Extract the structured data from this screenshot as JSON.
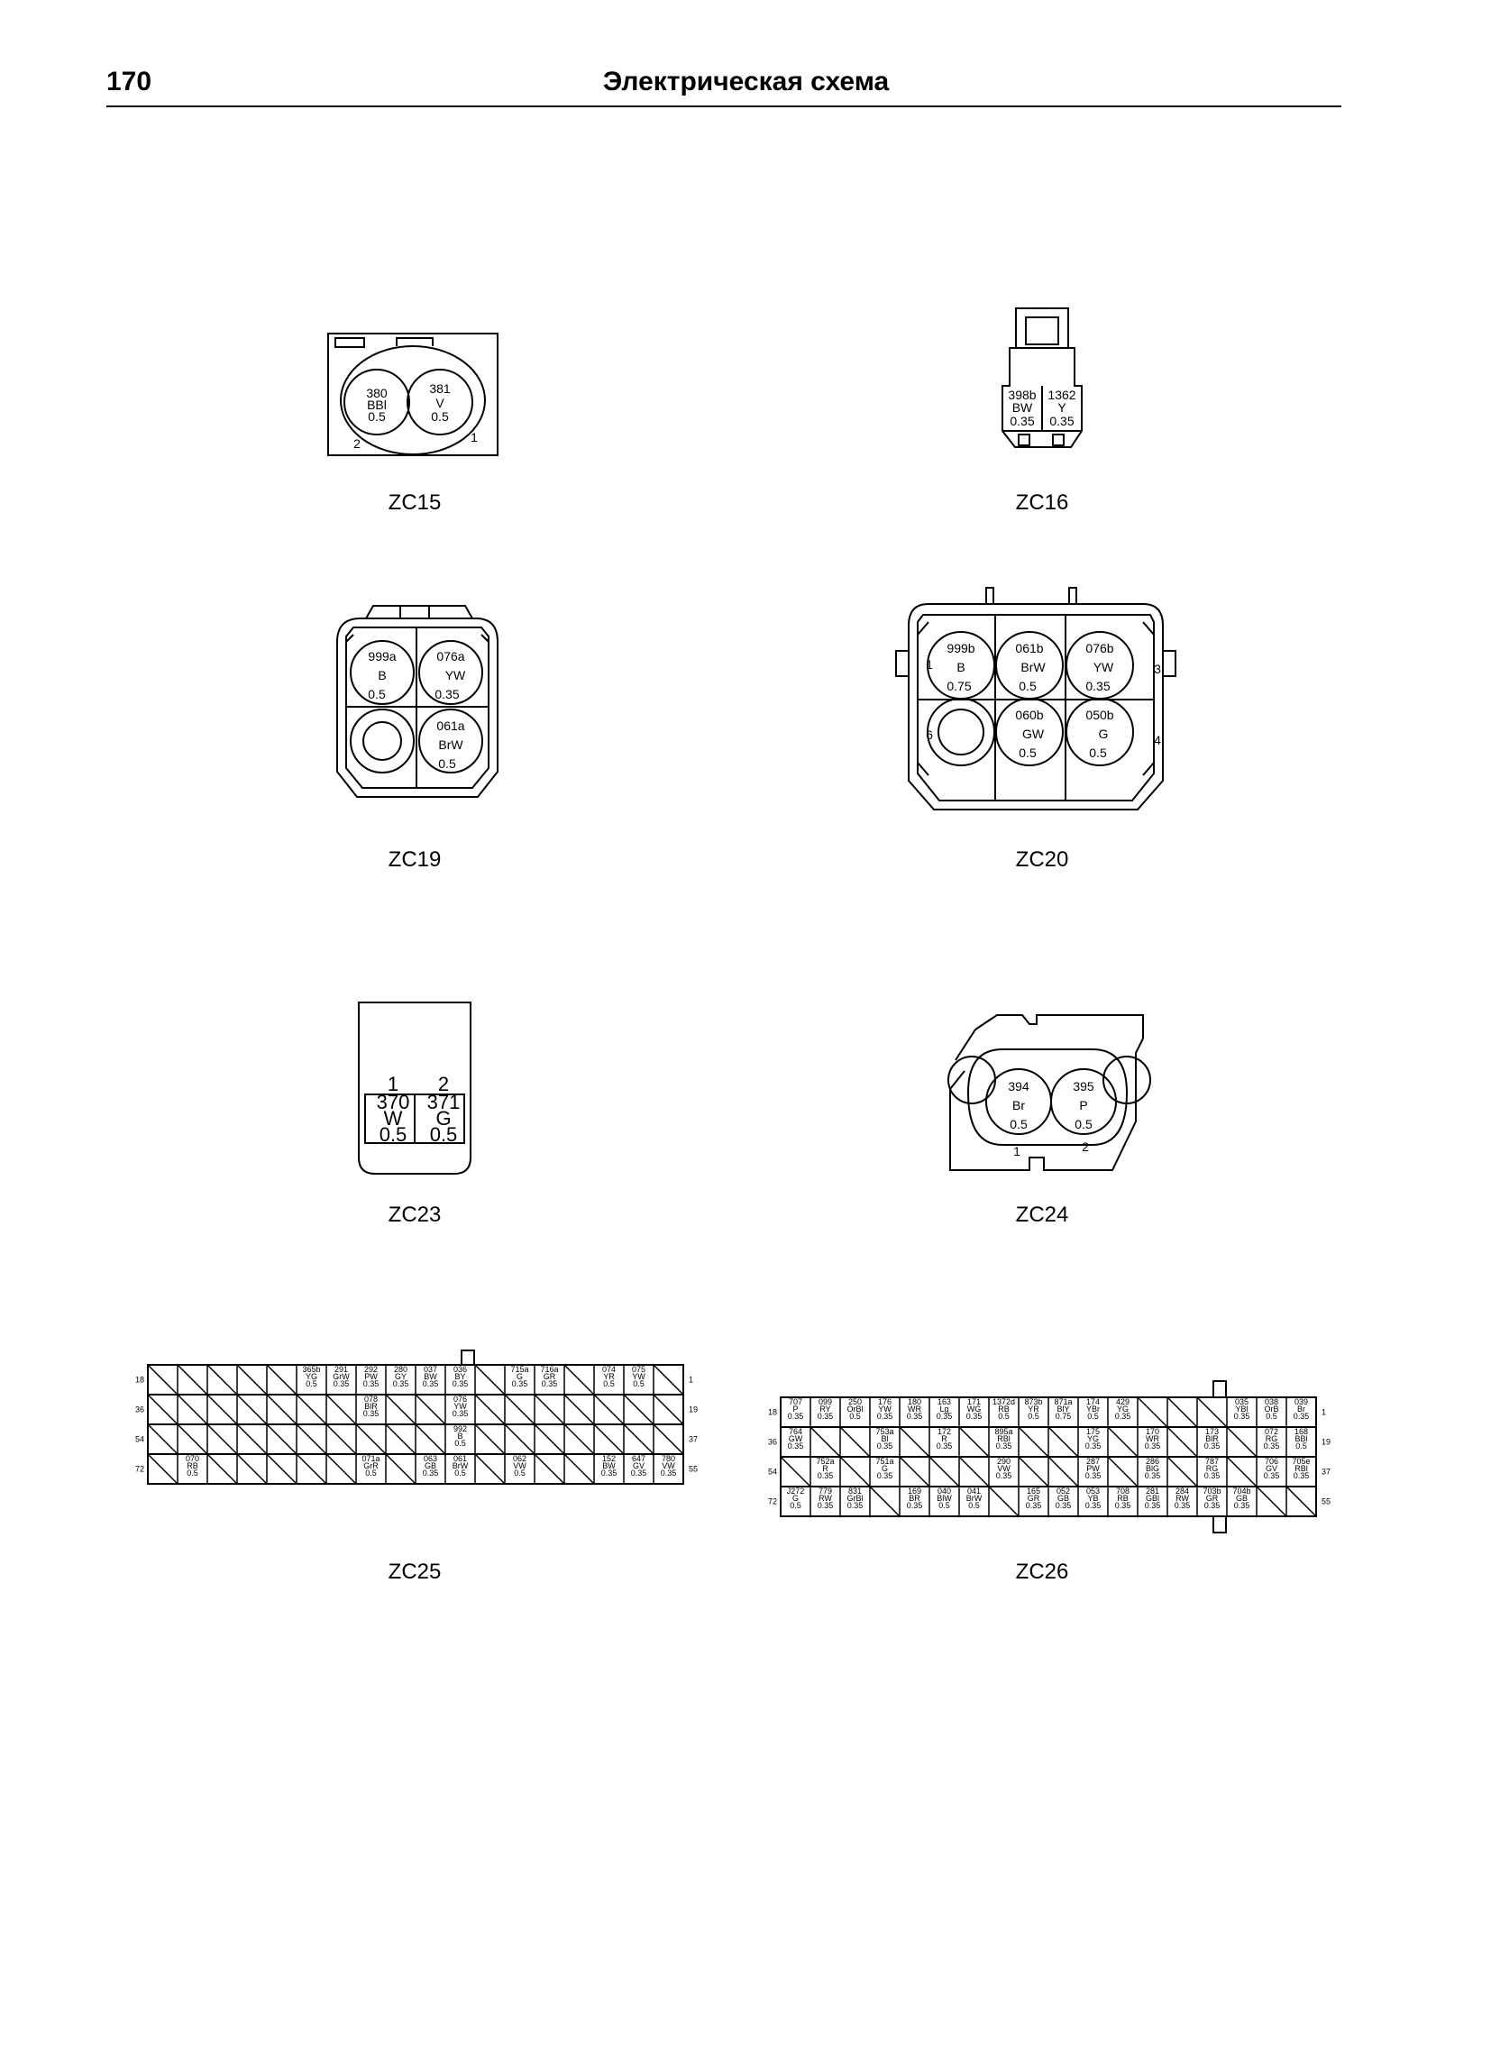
{
  "header": {
    "page_number": "170",
    "title": "Электрическая схема"
  },
  "connectors": {
    "zc15": {
      "label": "ZC15",
      "pins": [
        {
          "lines": [
            "380",
            "BBl",
            "0.5"
          ]
        },
        {
          "lines": [
            "381",
            "V",
            "0.5"
          ]
        }
      ],
      "numbers": [
        "2",
        "1"
      ]
    },
    "zc16": {
      "label": "ZC16",
      "pins": [
        {
          "lines": [
            "398b",
            "BW",
            "0.35"
          ]
        },
        {
          "lines": [
            "1362",
            "Y",
            "0.35"
          ]
        }
      ]
    },
    "zc19": {
      "label": "ZC19",
      "pins": [
        {
          "lines": [
            "999a",
            "B",
            "0.5"
          ]
        },
        {
          "lines": [
            "076a",
            "YW",
            "0.35"
          ]
        },
        {
          "lines": [
            "061a",
            "BrW",
            "0.5"
          ]
        }
      ]
    },
    "zc20": {
      "label": "ZC20",
      "pins": [
        {
          "lines": [
            "999b",
            "B",
            "0.75"
          ]
        },
        {
          "lines": [
            "061b",
            "BrW",
            "0.5"
          ]
        },
        {
          "lines": [
            "076b",
            "YW",
            "0.35"
          ]
        },
        {
          "lines": [
            "060b",
            "GW",
            "0.5"
          ]
        },
        {
          "lines": [
            "050b",
            "G",
            "0.5"
          ]
        }
      ],
      "numbers": [
        "1",
        "3",
        "6",
        "4"
      ]
    },
    "zc23": {
      "label": "ZC23",
      "pins": [
        {
          "lines": [
            "1",
            "370",
            "W",
            "0.5"
          ]
        },
        {
          "lines": [
            "2",
            "371",
            "G",
            "0.5"
          ]
        }
      ]
    },
    "zc24": {
      "label": "ZC24",
      "pins": [
        {
          "lines": [
            "394",
            "Br",
            "0.5"
          ]
        },
        {
          "lines": [
            "395",
            "P",
            "0.5"
          ]
        }
      ],
      "numbers": [
        "1",
        "2"
      ]
    },
    "zc25": {
      "label": "ZC25",
      "row_numbers_left": [
        "18",
        "36",
        "54",
        "72"
      ],
      "row_numbers_right": [
        "1",
        "19",
        "37",
        "55"
      ],
      "rows": [
        [
          "",
          "",
          "",
          "",
          "",
          "365b|YG|0.5",
          "291|GrW|0.35",
          "292|PW|0.35",
          "280|GY|0.35",
          "037|BW|0.35",
          "036|BY|0.35",
          "",
          "715a|G|0.35",
          "716a|GR|0.35",
          "",
          "074|YR|0.5",
          "075|YW|0.5",
          ""
        ],
        [
          "",
          "",
          "",
          "",
          "",
          "",
          "",
          "078|BlR|0.35",
          "",
          "",
          "076|YW|0.35",
          "",
          "",
          "",
          "",
          "",
          "",
          ""
        ],
        [
          "",
          "",
          "",
          "",
          "",
          "",
          "",
          "",
          "",
          "",
          "992|B|0.5",
          "",
          "",
          "",
          "",
          "",
          "",
          ""
        ],
        [
          "",
          "070|RB|0.5",
          "",
          "",
          "",
          "",
          "",
          "071a|GrR|0.5",
          "",
          "063|GB|0.35",
          "061|BrW|0.5",
          "",
          "062|VW|0.5",
          "",
          "",
          "152|BW|0.35",
          "647|GV|0.35",
          "780|VW|0.35"
        ]
      ]
    },
    "zc26": {
      "label": "ZC26",
      "row_numbers_left": [
        "18",
        "36",
        "54",
        "72"
      ],
      "row_numbers_right": [
        "1",
        "19",
        "37",
        "55"
      ],
      "rows": [
        [
          "707|P|0.35",
          "099|RY|0.35",
          "250|OrBl|0.5",
          "176|YW|0.35",
          "180|WR|0.35",
          "163|Lg|0.35",
          "171|WG|0.35",
          "1372d|RB|0.5",
          "873b|YR|0.5",
          "871a|BlY|0.75",
          "174|YBr|0.5",
          "429|YG|0.35",
          "",
          "",
          "",
          "035|YBl|0.35",
          "038|OrB|0.5",
          "039|Br|0.35"
        ],
        [
          "764|GW|0.35",
          "",
          "",
          "753a|Bl|0.35",
          "",
          "172|R|0.35",
          "",
          "895a|RBl|0.35",
          "",
          "",
          "175|YG|0.35",
          "",
          "170|WR|0.35",
          "",
          "173|BlR|0.35",
          "",
          "072|RG|0.35",
          "168|BBl|0.5"
        ],
        [
          "",
          "752a|R|0.35",
          "",
          "751a|G|0.35",
          "",
          "",
          "",
          "290|VW|0.35",
          "",
          "",
          "287|PW|0.35",
          "",
          "286|BlG|0.35",
          "",
          "787|RG|0.35",
          "",
          "706|GV|0.35",
          "705e|RBl|0.35"
        ],
        [
          "J272|G|0.5",
          "779|RW|0.35",
          "831|GrBl|0.35",
          "",
          "169|BR|0.35",
          "040|BlW|0.5",
          "041|BrW|0.5",
          "",
          "165|GR|0.35",
          "052|GB|0.35",
          "053|YB|0.35",
          "708|RB|0.35",
          "281|GBl|0.35",
          "284|RW|0.35",
          "703b|GR|0.35",
          "704b|GB|0.35",
          "",
          ""
        ]
      ]
    }
  }
}
